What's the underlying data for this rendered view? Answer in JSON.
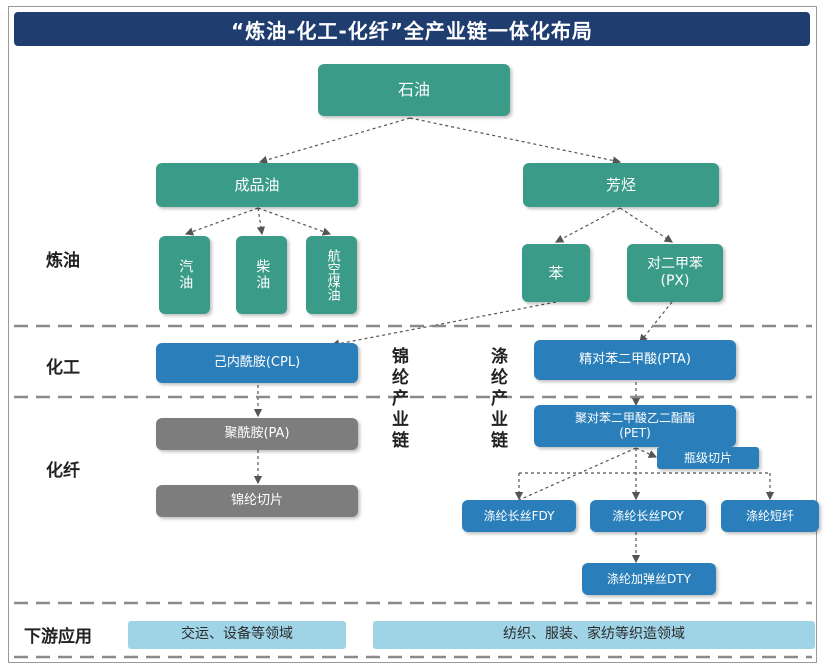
{
  "title": "“炼油-化工-化纤”全产业链一体化布局",
  "sections": {
    "refining": "炼油",
    "chemical": "化工",
    "fiber": "化纤",
    "downstream": "下游应用"
  },
  "chains": {
    "nylon": "锦纶产业链",
    "polyester": "涤纶产业链"
  },
  "nodes": {
    "crude_oil": "石油",
    "refined_oil": "成品油",
    "aromatics": "芳烃",
    "gasoline": "汽油",
    "diesel": "柴油",
    "jet_fuel": "航空煤油",
    "benzene": "苯",
    "px": "对二甲苯(PX)",
    "cpl": "己内酰胺(CPL)",
    "pta": "精对苯二甲酸(PTA)",
    "pa": "聚酰胺(PA)",
    "nylon_chips": "锦纶切片",
    "pet": "聚对苯二甲酸乙二酯酯(PET)",
    "bottle_chips": "瓶级切片",
    "fdy": "涤纶长丝FDY",
    "poy": "涤纶长丝POY",
    "staple": "涤纶短纤",
    "dty": "涤纶加弹丝DTY"
  },
  "downstream": {
    "left": "交运、设备等领域",
    "right": "纺织、服装、家纺等织造领域"
  },
  "colors": {
    "title_bg": "#1f3d6e",
    "teal": "#3a9b89",
    "blue": "#2a7fba",
    "gray": "#7d7d7d",
    "light_blue": "#9fd3e6"
  }
}
